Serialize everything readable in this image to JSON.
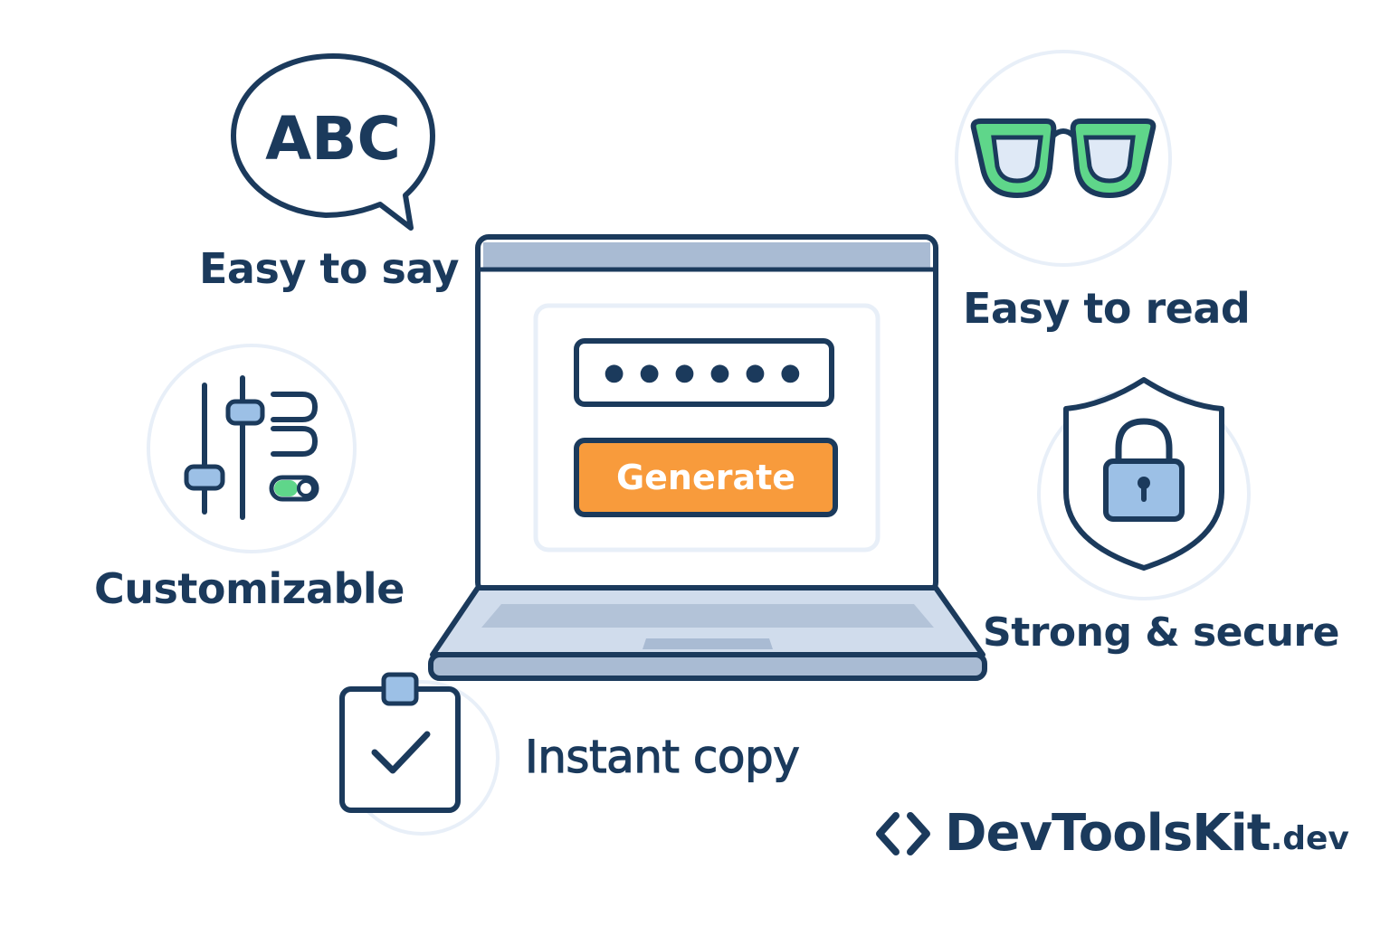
{
  "features": {
    "say": {
      "label": "Easy to say",
      "bubble_text": "ABC",
      "icon": "speech-bubble-icon"
    },
    "read": {
      "label": "Easy to read",
      "icon": "glasses-icon"
    },
    "customizable": {
      "label": "Customizable",
      "icon": "sliders-icon"
    },
    "secure": {
      "label": "Strong & secure",
      "icon": "shield-lock-icon"
    },
    "copy": {
      "label": "Instant copy",
      "icon": "clipboard-check-icon"
    }
  },
  "laptop": {
    "password_dots": "● ● ● ● ● ●",
    "generate_label": "Generate"
  },
  "brand": {
    "name": "DevToolsKit",
    "tld": ".dev",
    "icon": "code-brackets-icon"
  },
  "colors": {
    "navy": "#1b3a5c",
    "orange": "#f89b3c",
    "green": "#5fd68a",
    "light_blue": "#9cc0e6",
    "laptop_grey": "#a9bbd3",
    "circle_bg": "#e8eff8"
  }
}
